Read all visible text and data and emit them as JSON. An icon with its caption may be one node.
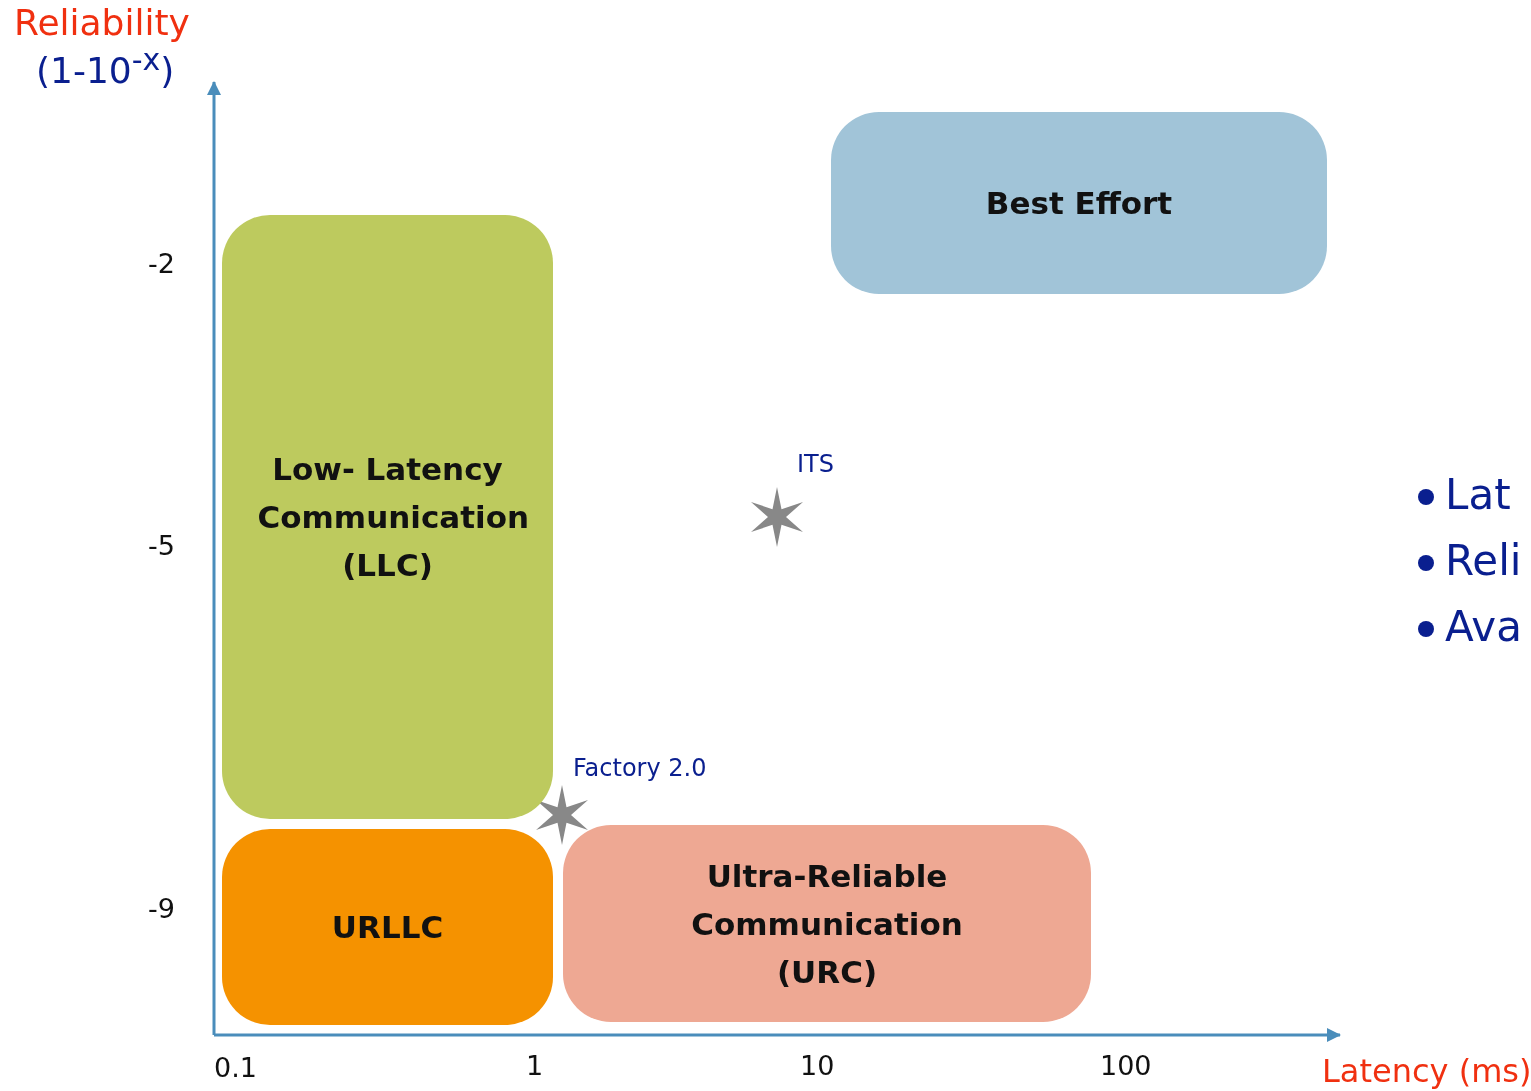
{
  "diagram": {
    "nodes": [
      {
        "text": [
          "Best Effort"
        ]
      },
      {
        "text": [
          "Low- Latency Communication (LLC)"
        ]
      },
      {
        "text": [
          "URLLC"
        ]
      },
      {
        "text": [
          "Ultra-Reliable Communication (URC)"
        ]
      }
    ],
    "labels": [
      "Reliability",
      "(1-10$^{-x}$)",
      "-2",
      "-5",
      "-9",
      "ITS",
      "Factory 2.0",
      "Lat",
      "Reli",
      "Ava",
      "0.1",
      "1",
      "10",
      "100",
      "Latency (ms)"
    ]
  }
}
